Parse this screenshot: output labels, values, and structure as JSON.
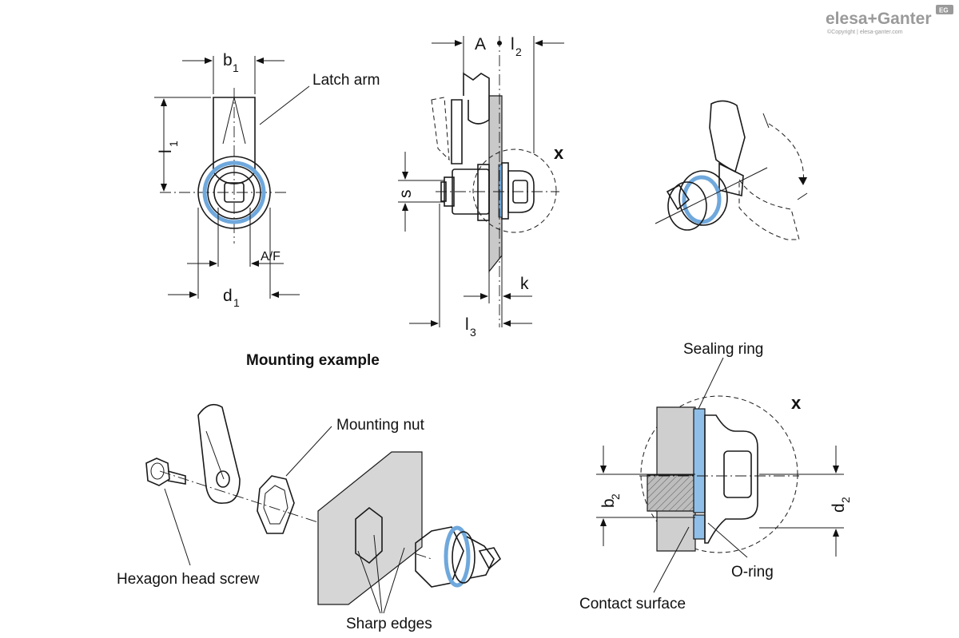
{
  "logo": {
    "brand": "elesa+Ganter",
    "copyright": "©Copyright | elesa-ganter.com",
    "badge": "EG"
  },
  "colors": {
    "seal": "#6fa8dc",
    "panel": "#d9d9d9",
    "line": "#1a1a1a"
  },
  "front_view": {
    "label_b1": "b",
    "sub_b1": "1",
    "label_l1": "l",
    "sub_l1": "1",
    "label_af": "A/F",
    "label_d1": "d",
    "sub_d1": "1",
    "callout_latch_arm": "Latch arm"
  },
  "side_view": {
    "label_A": "A",
    "label_l2": "l",
    "sub_l2": "2",
    "label_s": "s",
    "label_k": "k",
    "label_l3": "l",
    "sub_l3": "3",
    "label_x": "x"
  },
  "mounting": {
    "title": "Mounting example",
    "callout_mounting_nut": "Mounting nut",
    "callout_hex_screw": "Hexagon head screw",
    "callout_sharp_edges": "Sharp edges"
  },
  "detail_x": {
    "label_x": "x",
    "callout_sealing_ring": "Sealing ring",
    "callout_o_ring": "O-ring",
    "callout_contact_surface": "Contact surface",
    "label_b2": "b",
    "sub_b2": "2",
    "label_d2": "d",
    "sub_d2": "2"
  }
}
